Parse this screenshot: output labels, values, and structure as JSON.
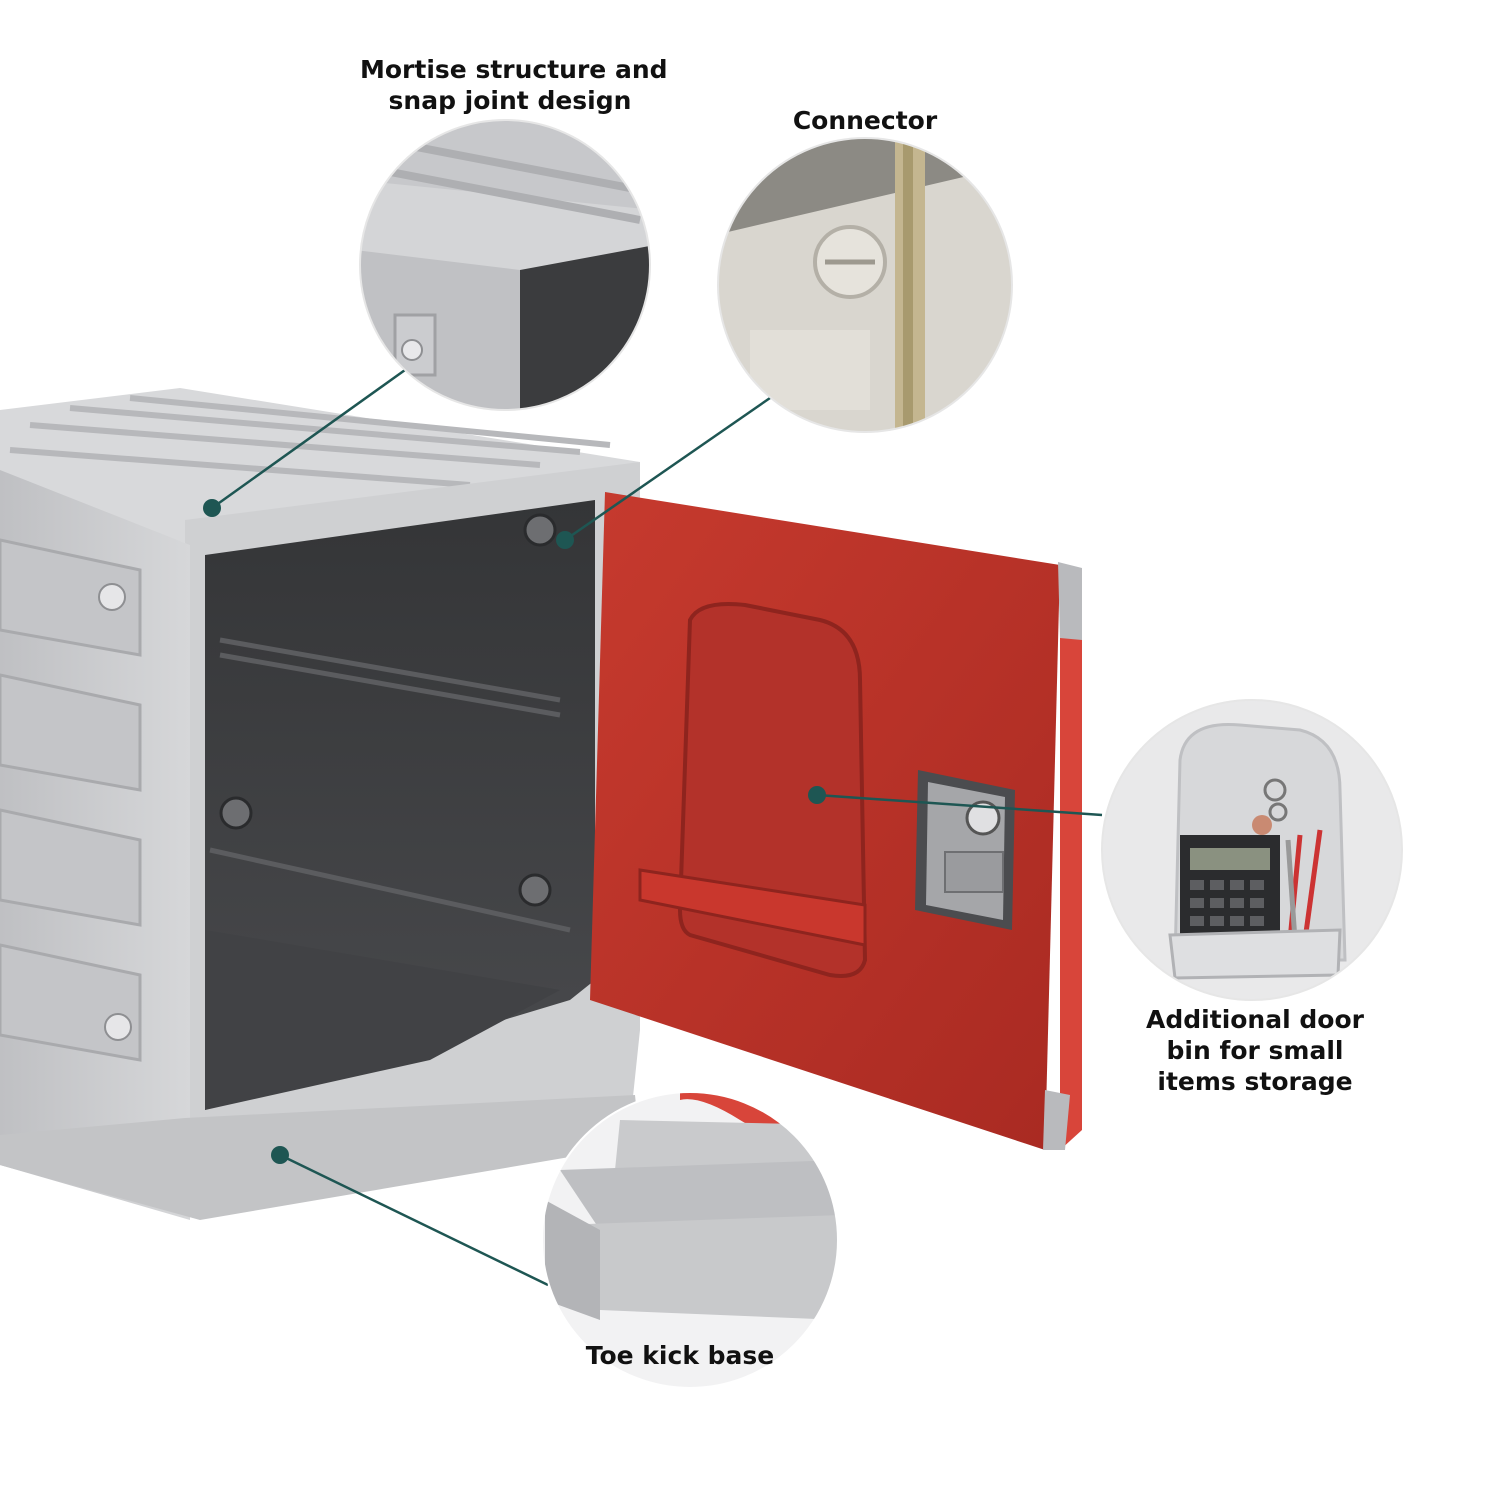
{
  "colors": {
    "accent": "#1e5653",
    "locker_body": "#c9cacc",
    "locker_interior": "#3a3b3d",
    "door": "#c2362b"
  },
  "callouts": {
    "mortise": {
      "lines": [
        "Mortise structure and",
        "snap joint design"
      ]
    },
    "connector": {
      "lines": [
        "Connector"
      ]
    },
    "door_bin": {
      "lines": [
        "Additional door",
        "bin for small",
        "items storage"
      ]
    },
    "toe_kick": {
      "lines": [
        "Toe kick base"
      ]
    }
  }
}
